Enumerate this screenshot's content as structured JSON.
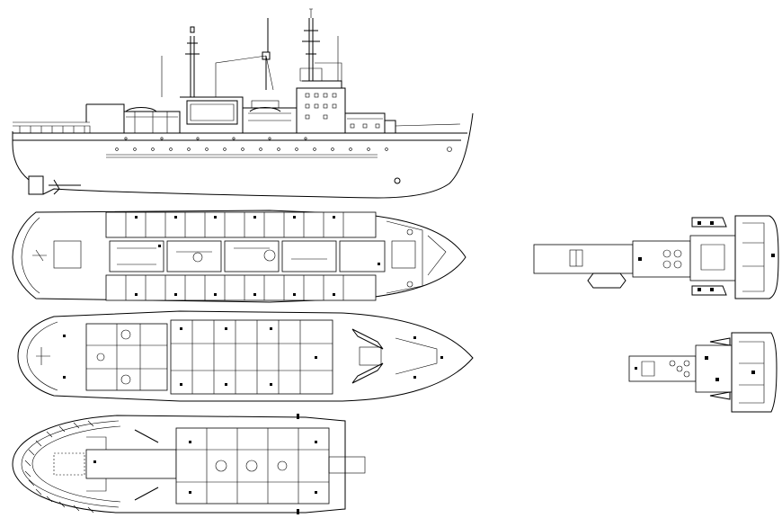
{
  "drawing": {
    "line_color": "#000000",
    "background_color": "#ffffff",
    "views": [
      {
        "id": "profile",
        "kind": "side-elevation"
      },
      {
        "id": "upper-deck-plan",
        "kind": "deck-plan"
      },
      {
        "id": "main-deck-plan",
        "kind": "deck-plan"
      },
      {
        "id": "lower-deck-plan",
        "kind": "deck-plan"
      },
      {
        "id": "superstructure-deck-1",
        "kind": "partial-deck-plan"
      },
      {
        "id": "superstructure-deck-2",
        "kind": "partial-deck-plan"
      }
    ]
  }
}
